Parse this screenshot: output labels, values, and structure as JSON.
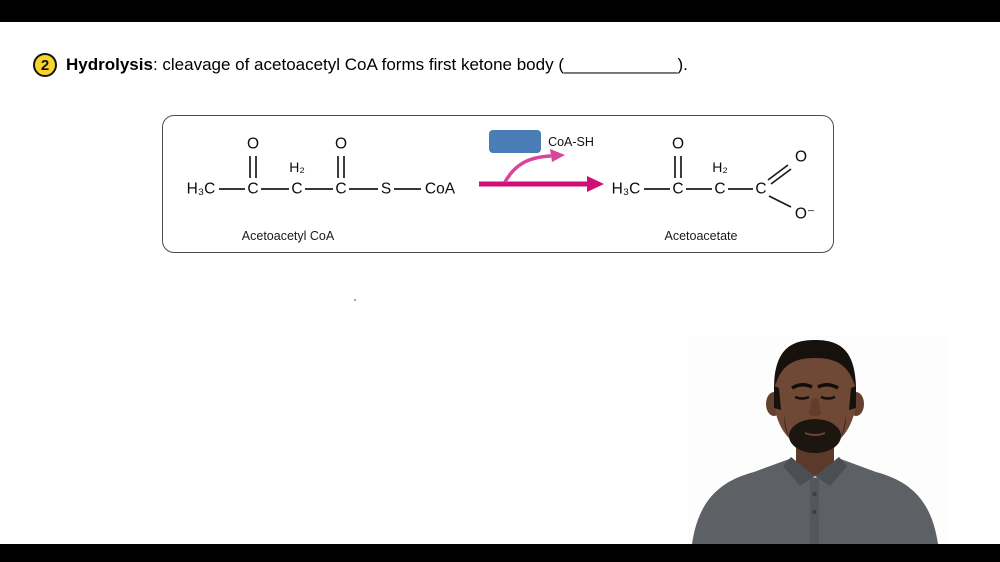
{
  "slide": {
    "step_number": "2",
    "headline_term": "Hydrolysis",
    "headline_body": ": cleavage of acetoacetyl CoA forms first ketone body (",
    "headline_blank": "____________",
    "headline_suffix": ")."
  },
  "reaction": {
    "reactant": {
      "label": "Acetoacetyl CoA",
      "chain": [
        "H₃C",
        "C",
        "C",
        "C",
        "S",
        "CoA"
      ],
      "above": [
        "O",
        "H₂",
        "O"
      ]
    },
    "arrow": {
      "byproduct_label": "CoA-SH"
    },
    "product": {
      "label": "Acetoacetate",
      "chain": [
        "H₃C",
        "C",
        "C",
        "C"
      ],
      "above": [
        "O",
        "H₂"
      ],
      "oxygen_top": "O",
      "oxygen_bottom": "O⁻"
    }
  },
  "colors": {
    "arrow_magenta": "#cf0e76",
    "curve_pink": "#d8459a",
    "enzyme_box_blue": "#4a7cb5",
    "badge_yellow": "#f6d32d"
  }
}
